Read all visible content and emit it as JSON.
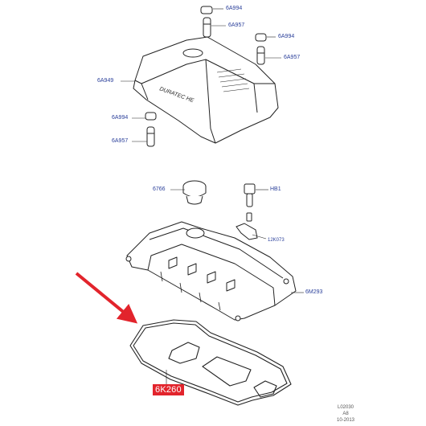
{
  "parts": [
    {
      "id": "p-6a994-a",
      "label": "6A994"
    },
    {
      "id": "p-6a957-a",
      "label": "6A957"
    },
    {
      "id": "p-6a994-b",
      "label": "6A994"
    },
    {
      "id": "p-6a957-b",
      "label": "6A957"
    },
    {
      "id": "p-6a949",
      "label": "6A949"
    },
    {
      "id": "p-6a994-c",
      "label": "6A994"
    },
    {
      "id": "p-6a957-c",
      "label": "6A957"
    },
    {
      "id": "p-6766",
      "label": "6766"
    },
    {
      "id": "p-hb1",
      "label": "HB1"
    },
    {
      "id": "p-12k073",
      "label": "12K073"
    },
    {
      "id": "p-6m293",
      "label": "6M293"
    }
  ],
  "highlight_label": "6K260",
  "cover_text": "DURATEC HE",
  "footer": {
    "code": "L02030",
    "rev": "A8",
    "date": "10-2013"
  },
  "colors": {
    "line": "#222222",
    "label": "#2a3f9a",
    "highlight": "#e2242c"
  }
}
